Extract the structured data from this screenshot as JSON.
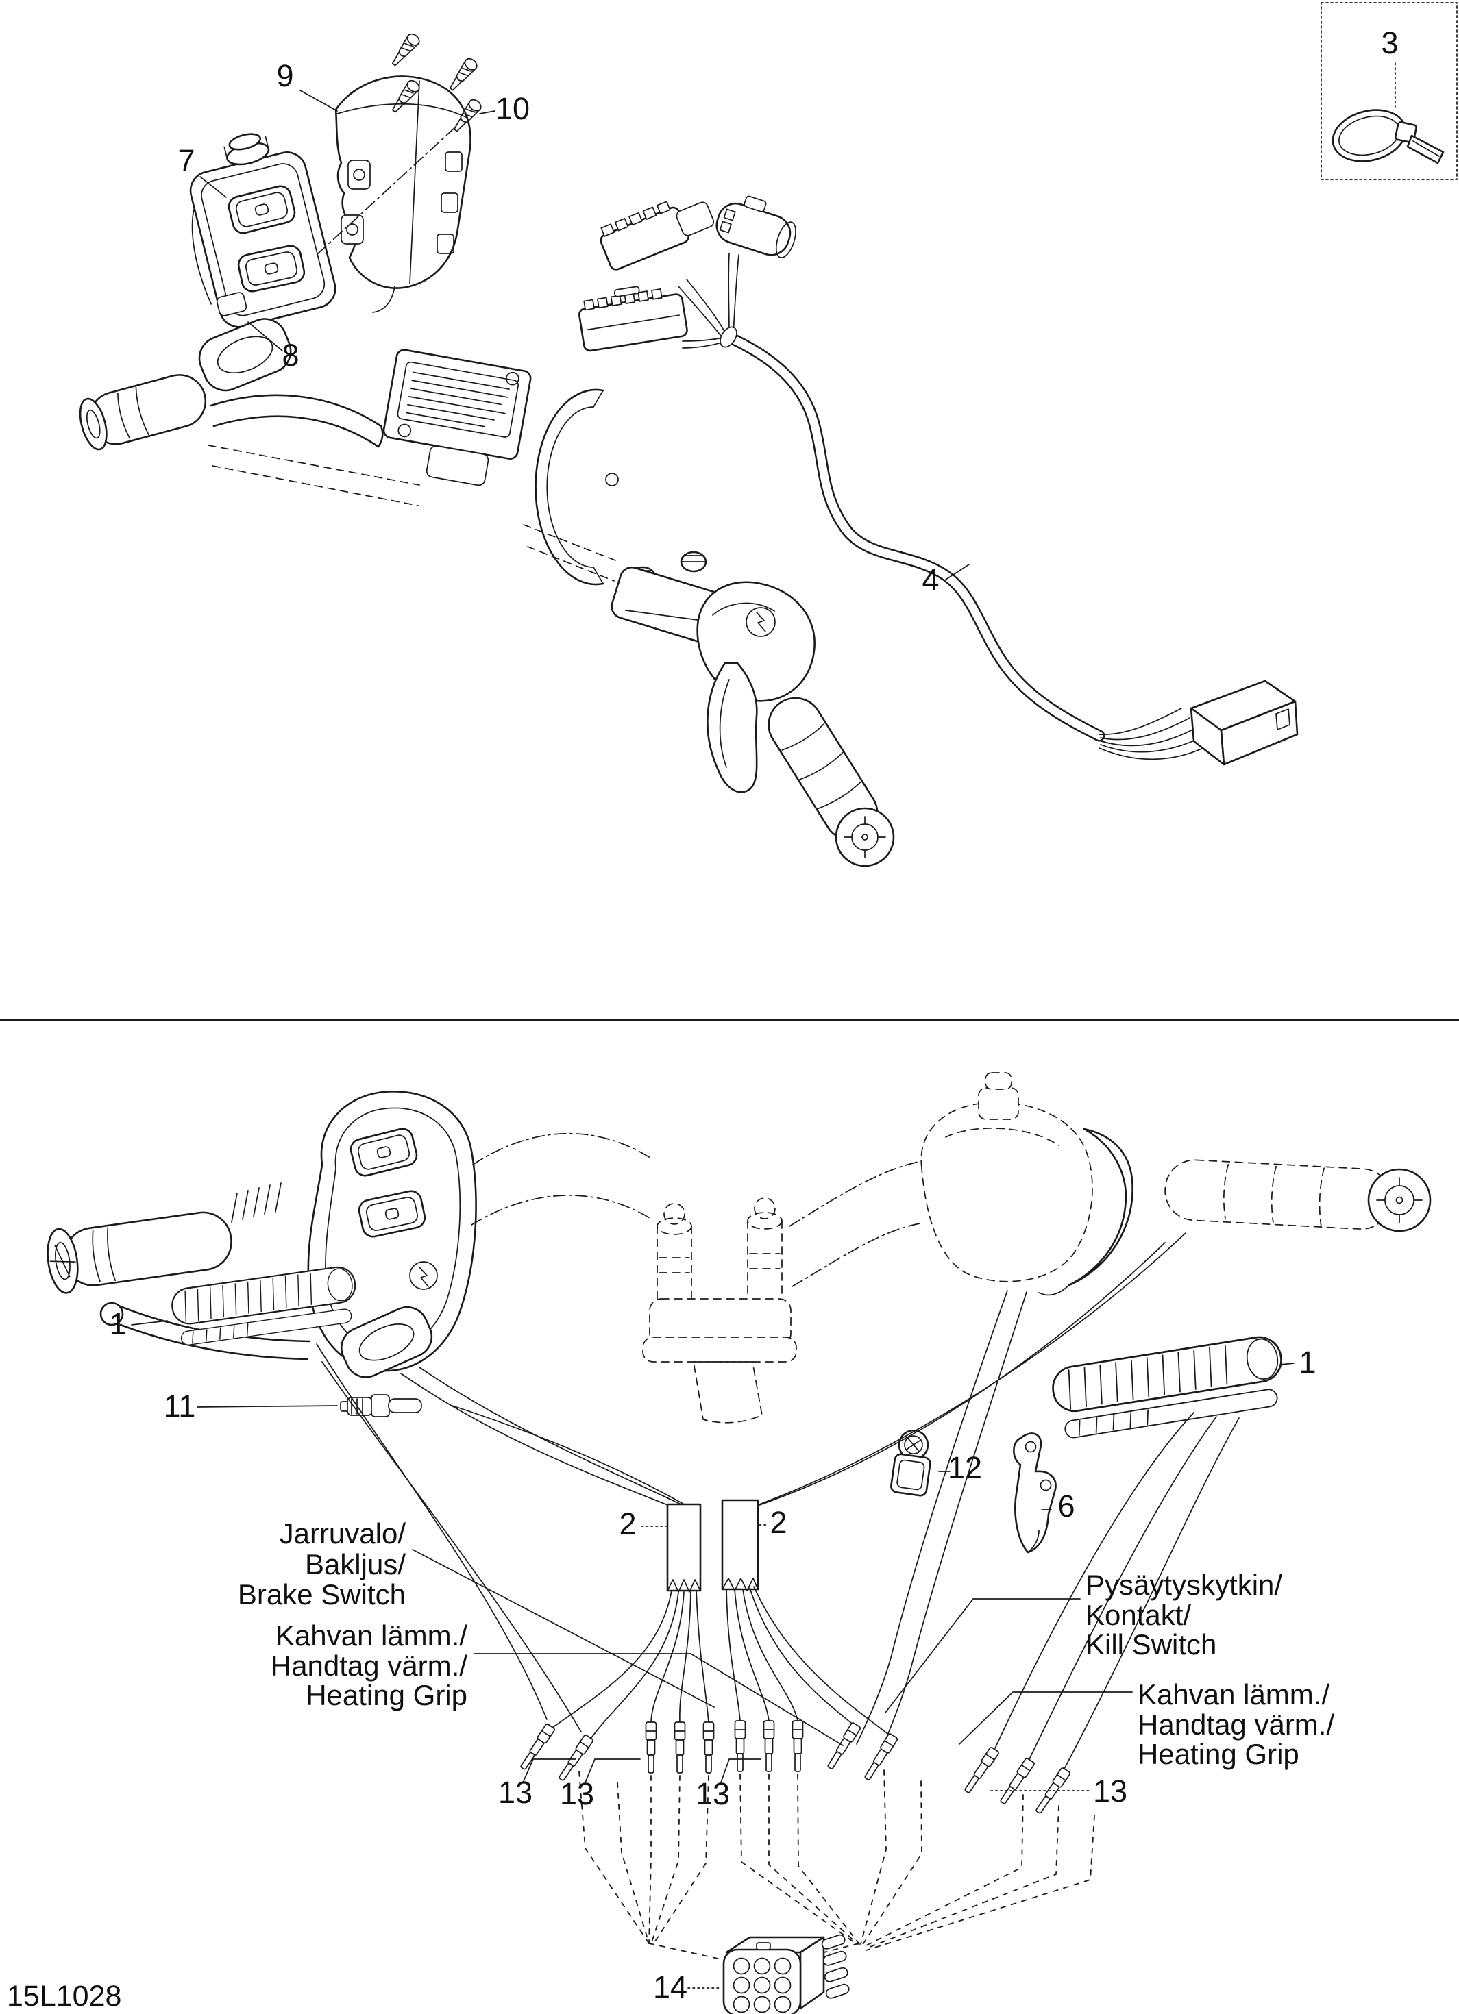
{
  "page": {
    "background": "#ffffff",
    "line_color": "#1b1b1b"
  },
  "footer": {
    "code": "15L1028"
  },
  "callouts": {
    "c1": "1",
    "c2": "2",
    "c3": "3",
    "c4": "4",
    "c6": "6",
    "c7": "7",
    "c8": "8",
    "c9": "9",
    "c10": "10",
    "c11": "11",
    "c12": "12",
    "c13": "13",
    "c14": "14"
  },
  "labels": {
    "brake_switch": {
      "line1": "Jarruvalo/",
      "line2": "Bakljus/",
      "line3": "Brake Switch"
    },
    "heating_grip": {
      "line1": "Kahvan lämm./",
      "line2": "Handtag värm./",
      "line3": "Heating Grip"
    },
    "kill_switch": {
      "line1": "Pysäytyskytkin/",
      "line2": "Kontakt/",
      "line3": "Kill Switch"
    }
  }
}
